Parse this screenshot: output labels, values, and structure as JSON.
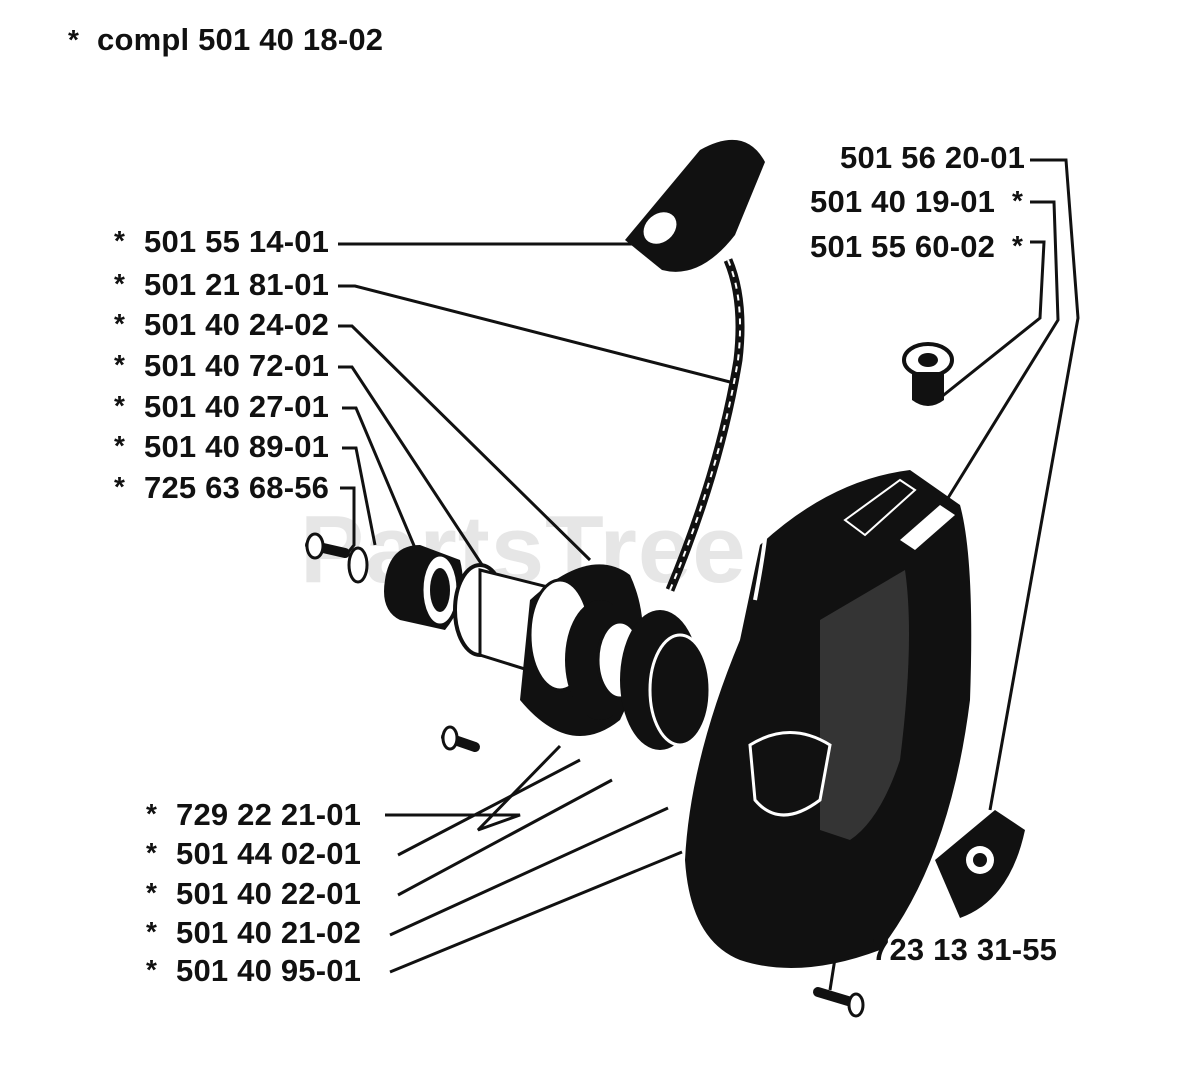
{
  "header": {
    "marker": "*",
    "text": "compl 501 40 18-02"
  },
  "watermark": "PartsTree",
  "parts": {
    "p1": {
      "marker": "*",
      "number": "501 55 14-01"
    },
    "p2": {
      "marker": "*",
      "number": "501 21 81-01"
    },
    "p3": {
      "marker": "*",
      "number": "501 40 24-02"
    },
    "p4": {
      "marker": "*",
      "number": "501 40 72-01"
    },
    "p5": {
      "marker": "*",
      "number": "501 40 27-01"
    },
    "p6": {
      "marker": "*",
      "number": "501 40 89-01"
    },
    "p7": {
      "marker": "*",
      "number": "725 63 68-56"
    },
    "p8": {
      "marker": "",
      "number": "501 56 20-01"
    },
    "p9": {
      "marker": "*",
      "number": "501 40 19-01"
    },
    "p10": {
      "marker": "*",
      "number": "501 55 60-02"
    },
    "p11": {
      "marker": "*",
      "number": "729 22 21-01"
    },
    "p12": {
      "marker": "*",
      "number": "501 44 02-01"
    },
    "p13": {
      "marker": "*",
      "number": "501 40 22-01"
    },
    "p14": {
      "marker": "*",
      "number": "501 40 21-02"
    },
    "p15": {
      "marker": "*",
      "number": "501 40 95-01"
    },
    "p16": {
      "marker": "",
      "number": "723 13 31-55"
    }
  },
  "colors": {
    "ink": "#111111",
    "paper": "#ffffff",
    "watermark": "#e6e6e6"
  }
}
